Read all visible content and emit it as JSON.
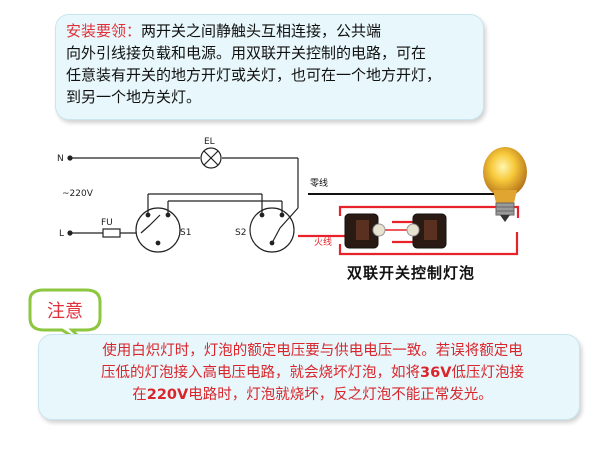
{
  "install_tips": {
    "heading": "安装要领：",
    "lines": [
      "两开关之间静触头互相连接，公共端",
      "向外引线接负载和电源。用双联开关控制的电路，可在",
      "任意装有开关的地方开灯或关灯，也可在一个地方开灯，",
      "到另一个地方关灯。"
    ]
  },
  "circuit": {
    "lamp_label": "EL",
    "n_label": "N",
    "voltage_label": "~220V",
    "l_label": "L",
    "fuse_label": "FU",
    "switch1_label": "S1",
    "switch2_label": "S2"
  },
  "photo": {
    "neutral_label": "零线",
    "live_label": "火线",
    "caption": "双联开关控制灯泡"
  },
  "notice": {
    "bubble_label": "注意",
    "line1": "使用白炽灯时，灯泡的额定电压要与供电电压一致。若误将额定电",
    "line2": "压低的灯泡接入高电压电路，就会烧坏灯泡，如将",
    "line2_bold": "36V",
    "line2_end": "低压灯泡接",
    "line3_bold": "220V",
    "line3": "电路时，灯泡就烧坏，反之灯泡不能正常发光。",
    "line3_pre": "在"
  },
  "colors": {
    "heading_red": "#e0303a",
    "note_text_red": "#d8262c",
    "box_fill": "#e8f7fb",
    "bubble_green": "#8dc63f",
    "wire_red": "#e8222a"
  }
}
